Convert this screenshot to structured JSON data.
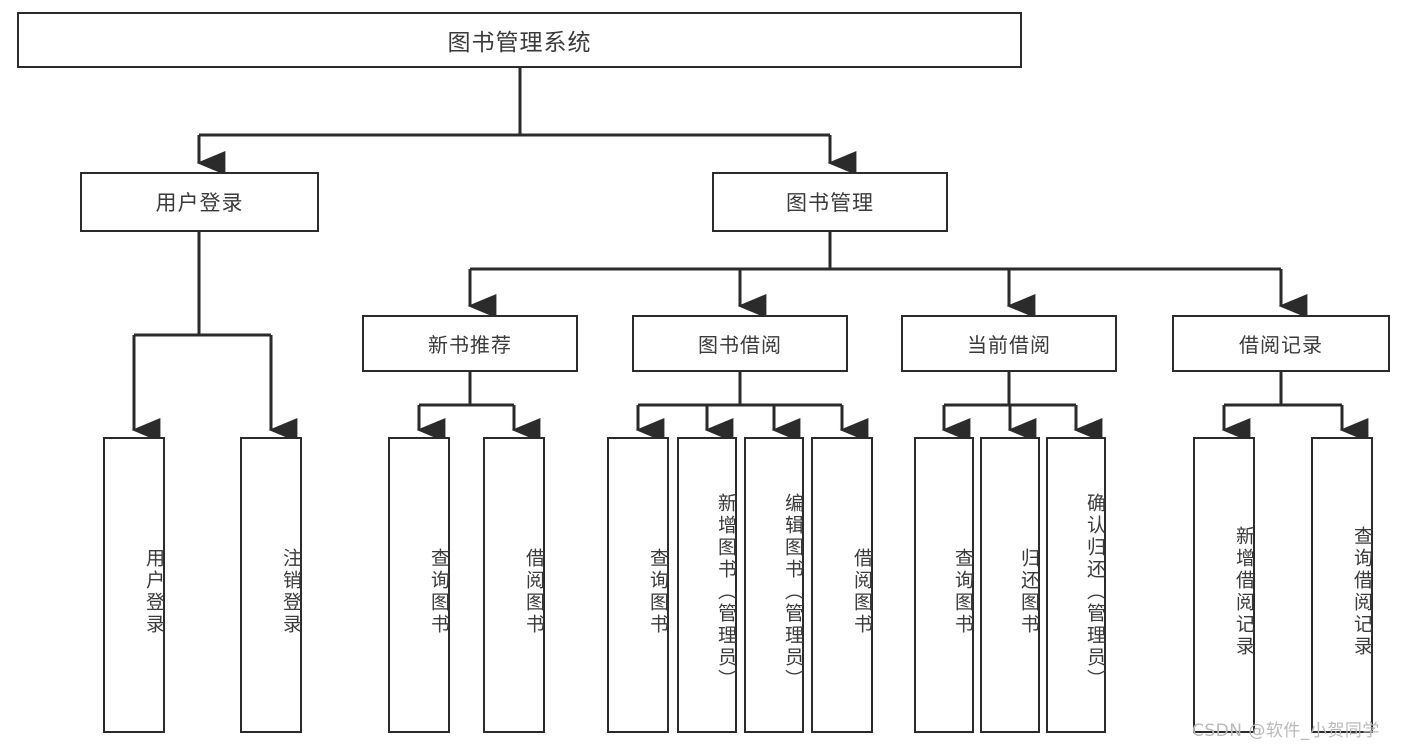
{
  "diagram": {
    "title": "图书管理系统",
    "type": "tree-structure-chart",
    "watermark": "CSDN @软件_小贺同学",
    "colors": {
      "stroke": "#2b2b2b",
      "text": "#3a3a3a",
      "background": "#ffffff",
      "watermark": "#b9b9b9"
    },
    "root": {
      "label": "图书管理系统"
    },
    "level1": [
      {
        "label": "用户登录"
      },
      {
        "label": "图书管理"
      }
    ],
    "level2": [
      {
        "label": "新书推荐"
      },
      {
        "label": "图书借阅"
      },
      {
        "label": "当前借阅"
      },
      {
        "label": "借阅记录"
      }
    ],
    "leaves": {
      "user_login": [
        {
          "label": "用户登录"
        },
        {
          "label": "注销登录"
        }
      ],
      "new_book_recommend": [
        {
          "label": "查询图书"
        },
        {
          "label": "借阅图书"
        }
      ],
      "book_borrow": [
        {
          "label": "查询图书"
        },
        {
          "label": "新增图书（管理员）"
        },
        {
          "label": "编辑图书（管理员）"
        },
        {
          "label": "借阅图书"
        }
      ],
      "current_borrow": [
        {
          "label": "查询图书"
        },
        {
          "label": "归还图书"
        },
        {
          "label": "确认归还（管理员）"
        }
      ],
      "borrow_record": [
        {
          "label": "新增借阅记录"
        },
        {
          "label": "查询借阅记录"
        }
      ]
    }
  }
}
